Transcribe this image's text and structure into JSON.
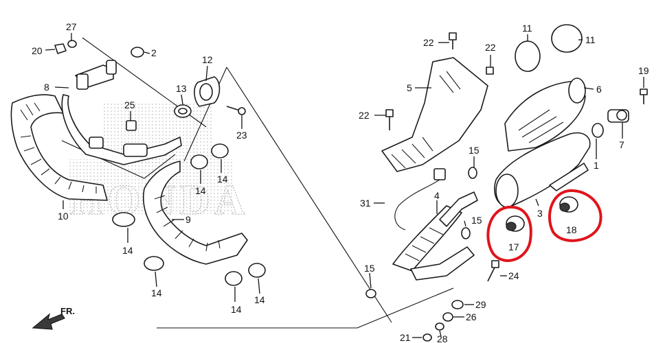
{
  "diagram": {
    "watermark": "HONDA",
    "direction_label": "FR.",
    "callouts": [
      {
        "id": "c27",
        "label": "27"
      },
      {
        "id": "c20",
        "label": "20"
      },
      {
        "id": "c2",
        "label": "2"
      },
      {
        "id": "c8",
        "label": "8"
      },
      {
        "id": "c25",
        "label": "25"
      },
      {
        "id": "c13",
        "label": "13"
      },
      {
        "id": "c12",
        "label": "12"
      },
      {
        "id": "c23",
        "label": "23"
      },
      {
        "id": "c10",
        "label": "10"
      },
      {
        "id": "c9",
        "label": "9"
      },
      {
        "id": "c14a",
        "label": "14"
      },
      {
        "id": "c14b",
        "label": "14"
      },
      {
        "id": "c14c",
        "label": "14"
      },
      {
        "id": "c14d",
        "label": "14"
      },
      {
        "id": "c14e",
        "label": "14"
      },
      {
        "id": "c14f",
        "label": "14"
      },
      {
        "id": "c22a",
        "label": "22"
      },
      {
        "id": "c22b",
        "label": "22"
      },
      {
        "id": "c22c",
        "label": "22"
      },
      {
        "id": "c5",
        "label": "5"
      },
      {
        "id": "c11a",
        "label": "11"
      },
      {
        "id": "c11b",
        "label": "11"
      },
      {
        "id": "c6",
        "label": "6"
      },
      {
        "id": "c19",
        "label": "19"
      },
      {
        "id": "c7",
        "label": "7"
      },
      {
        "id": "c1",
        "label": "1"
      },
      {
        "id": "c15a",
        "label": "15"
      },
      {
        "id": "c15b",
        "label": "15"
      },
      {
        "id": "c15c",
        "label": "15"
      },
      {
        "id": "c31",
        "label": "31"
      },
      {
        "id": "c4",
        "label": "4"
      },
      {
        "id": "c3",
        "label": "3"
      },
      {
        "id": "c17",
        "label": "17"
      },
      {
        "id": "c18",
        "label": "18"
      },
      {
        "id": "c24",
        "label": "24"
      },
      {
        "id": "c29",
        "label": "29"
      },
      {
        "id": "c26",
        "label": "26"
      },
      {
        "id": "c21",
        "label": "21"
      },
      {
        "id": "c28",
        "label": "28"
      }
    ],
    "highlight_color": "#e0141c"
  }
}
